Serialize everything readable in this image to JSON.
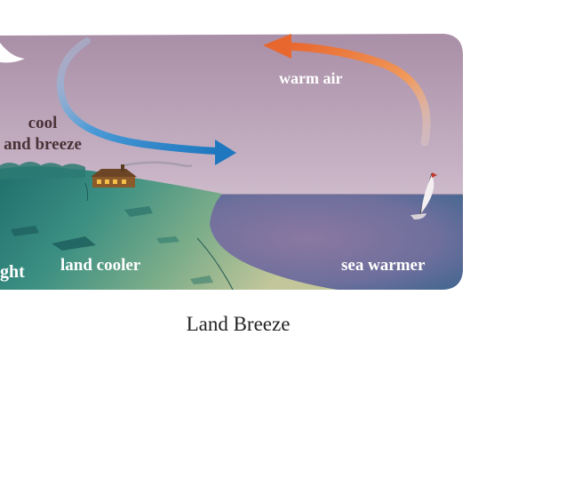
{
  "diagram": {
    "labels": {
      "warm_air": "warm air",
      "cool_breeze_line1": "cool",
      "cool_breeze_line2": "and breeze",
      "night_fragment": "ght",
      "land": "land cooler",
      "sea": "sea warmer"
    },
    "caption": "Land Breeze",
    "colors": {
      "sky_top": "#a88ea6",
      "sky_bottom": "#e6d8e0",
      "sea": "#7a6f98",
      "land_dark": "#1f6e6c",
      "land_light": "#a7b98a",
      "warm_arrow": "#e9783a",
      "cool_arrow": "#2a86c4"
    }
  }
}
